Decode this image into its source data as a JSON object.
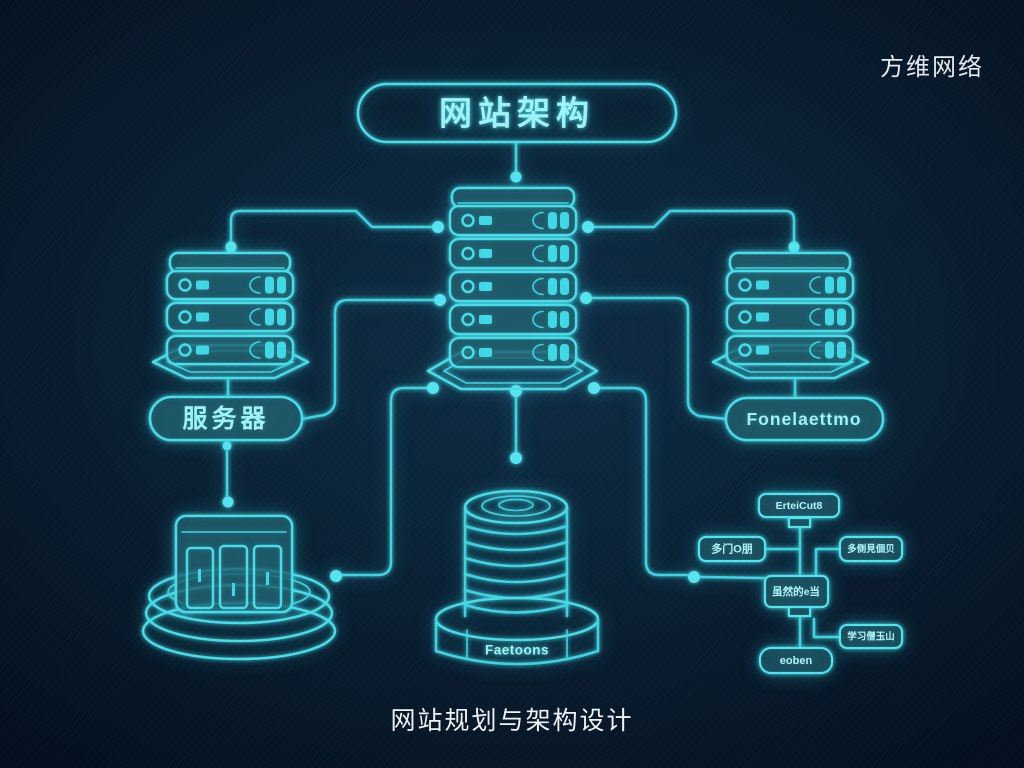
{
  "brand": "方维网络",
  "caption": "网站规划与架构设计",
  "diagram": {
    "title": "网站架构",
    "left_server": {
      "label": "服务器"
    },
    "right_server": {
      "label": "Fonelaettmo"
    },
    "database": {
      "label": "Faetoons"
    },
    "flowchart": {
      "box_top": "ErteiCut8",
      "box_left": "多门O朋",
      "box_right": "多侧見個贝",
      "box_center": "虽然的e当",
      "box_bottom_right": "学习僧玉山",
      "box_bottom": "eoben"
    }
  },
  "colors": {
    "neon": "#3ad5e3",
    "neon_bright": "#9df3f9",
    "text_white": "#e3e9ee",
    "background": "#071829"
  }
}
